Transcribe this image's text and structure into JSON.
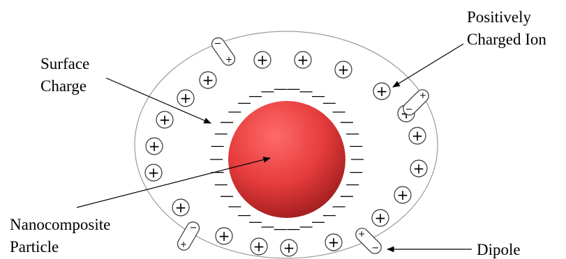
{
  "labels": {
    "surface_charge": [
      "Surface",
      "Charge"
    ],
    "positive_ion": [
      "Positively",
      "Charged Ion"
    ],
    "particle": [
      "Nanocomposite",
      "Particle"
    ],
    "dipole": "Dipole"
  },
  "symbols": {
    "plus": "+",
    "minus": "−"
  },
  "colors": {
    "particle_light": "#ff6a6a",
    "particle_mid": "#e63c3c",
    "particle_dark": "#9e1c1c",
    "stroke": "#333333",
    "boundary": "#9a9a9a"
  }
}
